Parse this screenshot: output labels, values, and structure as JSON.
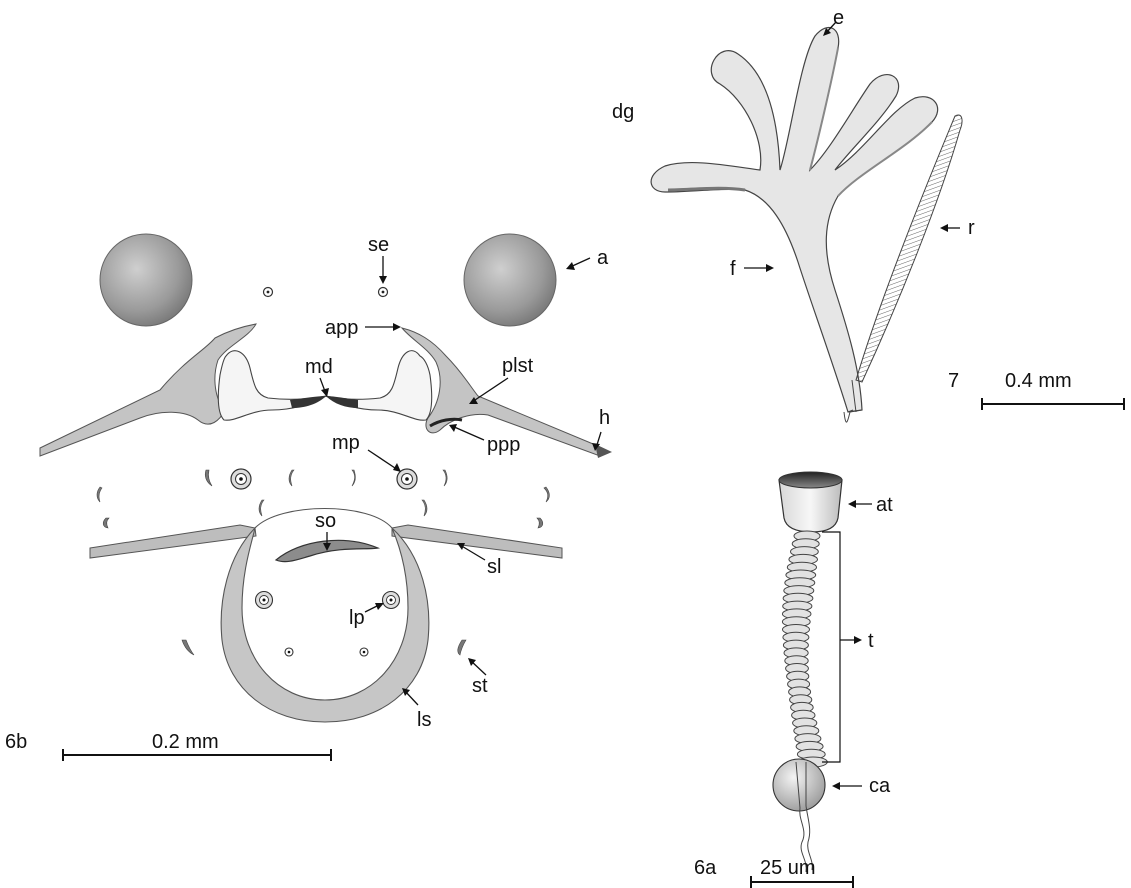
{
  "fig6b": {
    "panel_label": "6b",
    "scale_bar": "0.2 mm",
    "labels": {
      "se": "se",
      "a": "a",
      "app": "app",
      "md": "md",
      "plst": "plst",
      "h": "h",
      "ppp": "ppp",
      "mp": "mp",
      "so": "so",
      "sl": "sl",
      "lp": "lp",
      "st": "st",
      "ls": "ls"
    }
  },
  "fig7": {
    "panel_label": "7",
    "scale_bar": "0.4 mm",
    "labels": {
      "e": "e",
      "dg": "dg",
      "r": "r",
      "f": "f"
    }
  },
  "fig6a": {
    "panel_label": "6a",
    "scale_bar": "25 um",
    "labels": {
      "at": "at",
      "t": "t",
      "ca": "ca"
    }
  }
}
